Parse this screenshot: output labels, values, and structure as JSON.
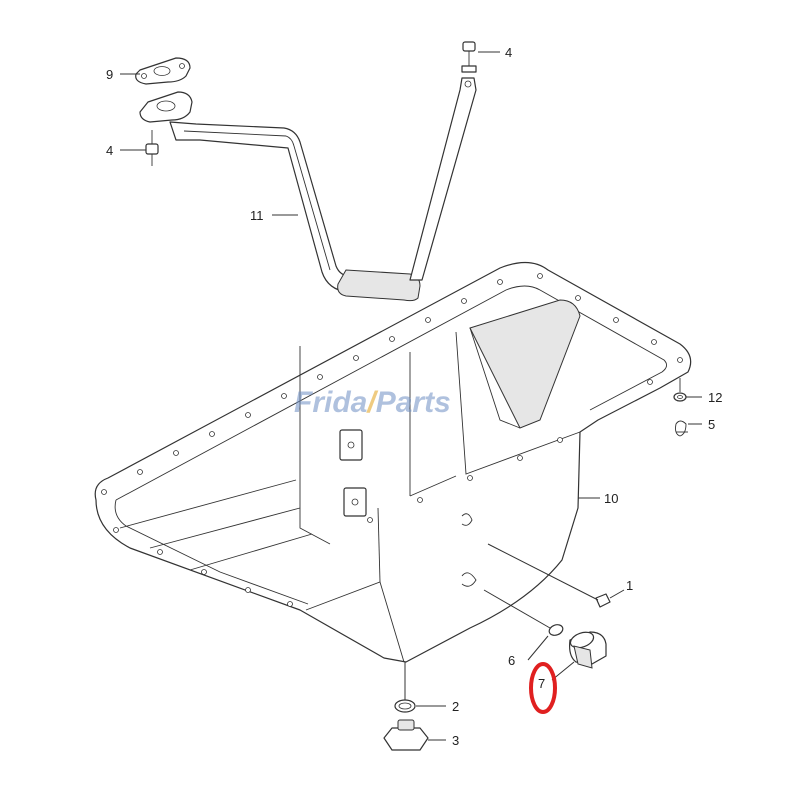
{
  "watermark": {
    "brand_prefix": "Frida",
    "brand_suffix": "Parts",
    "brand_color": "#6e8fc4",
    "accent_color": "#e3a21a"
  },
  "highlight": {
    "part_number": "7",
    "color": "#e02020"
  },
  "callouts": {
    "c1": "1",
    "c2": "2",
    "c3": "3",
    "c4a": "4",
    "c4b": "4",
    "c5": "5",
    "c6": "6",
    "c7": "7",
    "c9": "9",
    "c10": "10",
    "c11": "11",
    "c12": "12"
  }
}
